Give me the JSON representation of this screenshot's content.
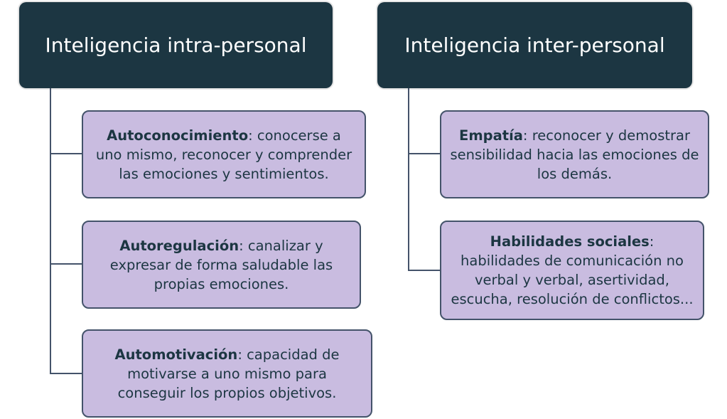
{
  "left": {
    "title": "Inteligencia intra-personal",
    "items": [
      {
        "term": "Autoconocimiento",
        "desc": ": conocerse a uno mismo, reconocer y comprender las emociones y sentimientos."
      },
      {
        "term": "Autoregulación",
        "desc": ": canalizar y expresar de forma saludable las propias emociones."
      },
      {
        "term": "Automotivación",
        "desc": ": capacidad de motivarse a uno mismo para conseguir los propios objetivos."
      }
    ]
  },
  "right": {
    "title": "Inteligencia inter-personal",
    "items": [
      {
        "term": "Empatía",
        "desc": ": reconocer y demostrar sensibilidad hacia las emociones de los demás."
      },
      {
        "term": "Habilidades sociales",
        "desc": ": habilidades de comunicación no verbal y verbal, asertividad, escucha, resolución de conflictos..."
      }
    ]
  },
  "colors": {
    "header": "#1c3642",
    "box": "#c9bce0",
    "line": "#44536a"
  }
}
